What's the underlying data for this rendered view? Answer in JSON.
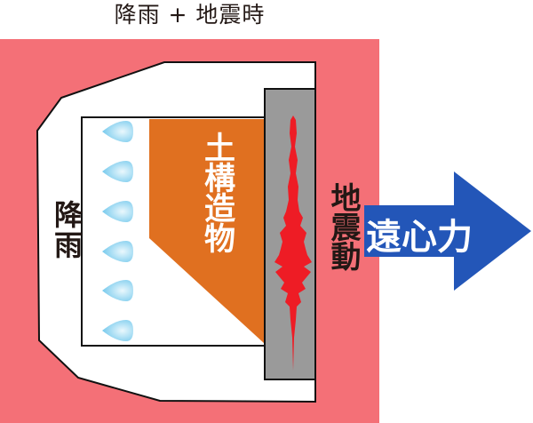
{
  "title": "降雨 + 地震時",
  "labels": {
    "rainfall": "降雨",
    "earth_structure": "土構造物",
    "earthquake_motion": "地震動",
    "centrifugal_force": "遠心力"
  },
  "colors": {
    "background_zone": "#f47077",
    "earth_structure": "#e07020",
    "wall": "#9a9a9a",
    "seismic_trace": "#ee1c25",
    "arrow": "#2356b8",
    "raindrop": "#8dd3f0"
  }
}
